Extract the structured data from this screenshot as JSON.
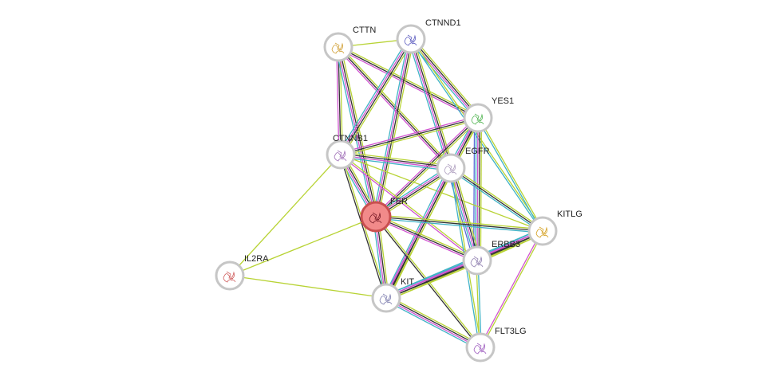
{
  "network": {
    "colors": {
      "ring": "#c6c6c6",
      "query_fill": "#f28a8a",
      "query_ring": "#c94f4f",
      "evidence": {
        "textmining": "#b8d335",
        "coexpression": "#333333",
        "experiments": "#d154d1",
        "databases": "#3fb2c6",
        "homology": "#5b6bd6"
      }
    },
    "nodes": [
      {
        "id": "CTTN",
        "label": "CTTN",
        "structure_color": "#d2a23a",
        "query": false
      },
      {
        "id": "CTNND1",
        "label": "CTNND1",
        "structure_color": "#5f5fc0",
        "query": false
      },
      {
        "id": "YES1",
        "label": "YES1",
        "structure_color": "#58b858",
        "query": false
      },
      {
        "id": "CTNNB1",
        "label": "CTNNB1",
        "structure_color": "#a070b8",
        "query": false
      },
      {
        "id": "EGFR",
        "label": "EGFR",
        "structure_color": "#b0a0c0",
        "query": false
      },
      {
        "id": "FER",
        "label": "FER",
        "structure_color": "#b03040",
        "query": true
      },
      {
        "id": "KITLG",
        "label": "KITLG",
        "structure_color": "#d4a020",
        "query": false
      },
      {
        "id": "IL2RA",
        "label": "IL2RA",
        "structure_color": "#d06060",
        "query": false
      },
      {
        "id": "ERBB3",
        "label": "ERBB3",
        "structure_color": "#9080b0",
        "query": false
      },
      {
        "id": "KIT",
        "label": "KIT",
        "structure_color": "#8080b0",
        "query": false
      },
      {
        "id": "FLT3LG",
        "label": "FLT3LG",
        "structure_color": "#a060c0",
        "query": false
      }
    ],
    "edges": [
      {
        "s": "CTTN",
        "t": "CTNND1",
        "types": [
          "textmining"
        ]
      },
      {
        "s": "CTTN",
        "t": "YES1",
        "types": [
          "textmining",
          "coexpression",
          "experiments"
        ]
      },
      {
        "s": "CTTN",
        "t": "CTNNB1",
        "types": [
          "textmining",
          "coexpression",
          "experiments"
        ]
      },
      {
        "s": "CTTN",
        "t": "EGFR",
        "types": [
          "textmining",
          "coexpression",
          "experiments"
        ]
      },
      {
        "s": "CTTN",
        "t": "FER",
        "types": [
          "textmining",
          "coexpression",
          "experiments",
          "databases"
        ]
      },
      {
        "s": "CTNND1",
        "t": "YES1",
        "types": [
          "textmining",
          "coexpression",
          "experiments",
          "databases"
        ]
      },
      {
        "s": "CTNND1",
        "t": "CTNNB1",
        "types": [
          "textmining",
          "coexpression",
          "experiments",
          "databases"
        ]
      },
      {
        "s": "CTNND1",
        "t": "EGFR",
        "types": [
          "textmining",
          "coexpression",
          "experiments",
          "databases"
        ]
      },
      {
        "s": "CTNND1",
        "t": "FER",
        "types": [
          "textmining",
          "coexpression",
          "experiments",
          "databases"
        ]
      },
      {
        "s": "CTNND1",
        "t": "KITLG",
        "types": [
          "textmining",
          "databases"
        ]
      },
      {
        "s": "YES1",
        "t": "CTNNB1",
        "types": [
          "textmining",
          "coexpression",
          "experiments"
        ]
      },
      {
        "s": "YES1",
        "t": "EGFR",
        "types": [
          "textmining",
          "coexpression",
          "experiments",
          "databases"
        ]
      },
      {
        "s": "YES1",
        "t": "FER",
        "types": [
          "textmining",
          "coexpression",
          "experiments"
        ]
      },
      {
        "s": "YES1",
        "t": "ERBB3",
        "types": [
          "textmining",
          "coexpression",
          "experiments",
          "databases",
          "homology"
        ]
      },
      {
        "s": "YES1",
        "t": "KIT",
        "types": [
          "textmining",
          "coexpression",
          "experiments"
        ]
      },
      {
        "s": "YES1",
        "t": "KITLG",
        "types": [
          "textmining",
          "databases"
        ]
      },
      {
        "s": "CTNNB1",
        "t": "EGFR",
        "types": [
          "textmining",
          "coexpression",
          "experiments",
          "databases"
        ]
      },
      {
        "s": "CTNNB1",
        "t": "FER",
        "types": [
          "textmining",
          "coexpression",
          "experiments",
          "databases"
        ]
      },
      {
        "s": "CTNNB1",
        "t": "IL2RA",
        "types": [
          "textmining"
        ]
      },
      {
        "s": "CTNNB1",
        "t": "KIT",
        "types": [
          "textmining",
          "coexpression"
        ]
      },
      {
        "s": "CTNNB1",
        "t": "KITLG",
        "types": [
          "textmining"
        ]
      },
      {
        "s": "CTNNB1",
        "t": "ERBB3",
        "types": [
          "textmining",
          "experiments"
        ]
      },
      {
        "s": "EGFR",
        "t": "FER",
        "types": [
          "textmining",
          "coexpression",
          "experiments",
          "databases"
        ]
      },
      {
        "s": "EGFR",
        "t": "ERBB3",
        "types": [
          "textmining",
          "coexpression",
          "experiments",
          "databases",
          "homology"
        ]
      },
      {
        "s": "EGFR",
        "t": "KIT",
        "types": [
          "textmining",
          "coexpression",
          "experiments",
          "databases"
        ]
      },
      {
        "s": "EGFR",
        "t": "KITLG",
        "types": [
          "textmining",
          "coexpression",
          "databases"
        ]
      },
      {
        "s": "EGFR",
        "t": "FLT3LG",
        "types": [
          "textmining",
          "databases"
        ]
      },
      {
        "s": "FER",
        "t": "KITLG",
        "types": [
          "textmining",
          "coexpression",
          "databases"
        ]
      },
      {
        "s": "FER",
        "t": "IL2RA",
        "types": [
          "textmining"
        ]
      },
      {
        "s": "FER",
        "t": "ERBB3",
        "types": [
          "textmining",
          "coexpression",
          "experiments"
        ]
      },
      {
        "s": "FER",
        "t": "KIT",
        "types": [
          "textmining",
          "coexpression",
          "experiments",
          "databases"
        ]
      },
      {
        "s": "FER",
        "t": "FLT3LG",
        "types": [
          "textmining",
          "coexpression"
        ]
      },
      {
        "s": "KITLG",
        "t": "ERBB3",
        "types": [
          "textmining",
          "coexpression",
          "experiments",
          "databases"
        ]
      },
      {
        "s": "KITLG",
        "t": "KIT",
        "types": [
          "textmining",
          "coexpression",
          "experiments",
          "databases"
        ]
      },
      {
        "s": "KITLG",
        "t": "FLT3LG",
        "types": [
          "textmining",
          "experiments"
        ]
      },
      {
        "s": "IL2RA",
        "t": "KIT",
        "types": [
          "textmining"
        ]
      },
      {
        "s": "ERBB3",
        "t": "KIT",
        "types": [
          "textmining",
          "coexpression",
          "experiments",
          "databases"
        ]
      },
      {
        "s": "ERBB3",
        "t": "FLT3LG",
        "types": [
          "databases",
          "textmining"
        ]
      },
      {
        "s": "KIT",
        "t": "FLT3LG",
        "types": [
          "textmining",
          "coexpression",
          "experiments",
          "databases"
        ]
      }
    ]
  }
}
